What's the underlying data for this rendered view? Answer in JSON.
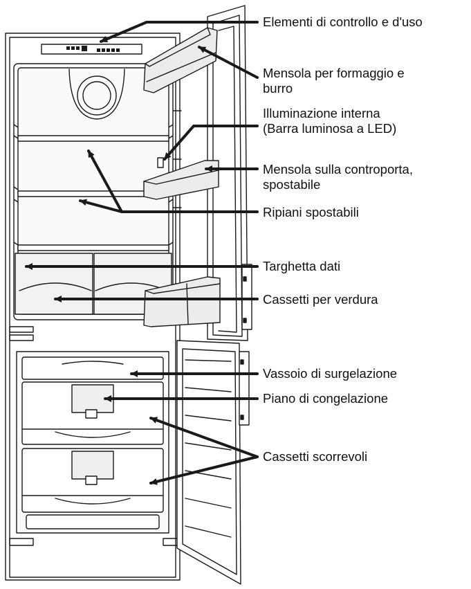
{
  "labels": {
    "control": "Elementi di controllo e d'uso",
    "cheese": [
      "Mensola per formaggio e",
      "burro"
    ],
    "lighting": [
      "Illuminazione interna",
      "(Barra luminosa a LED)"
    ],
    "door_shelf": [
      "Mensola sulla controporta,",
      "spostabile"
    ],
    "shelves": "Ripiani spostabili",
    "rating_plate": "Targhetta dati",
    "veg_drawers": "Cassetti per verdura",
    "freeze_tray": "Vassoio di surgelazione",
    "freeze_level": "Piano di congelazione",
    "slide_drawers": "Cassetti scorrevoli"
  },
  "colors": {
    "line": "#1a1a1a",
    "body": "#ffffff",
    "inner": "#f4f4f4",
    "shade": "#e2e2e2"
  }
}
